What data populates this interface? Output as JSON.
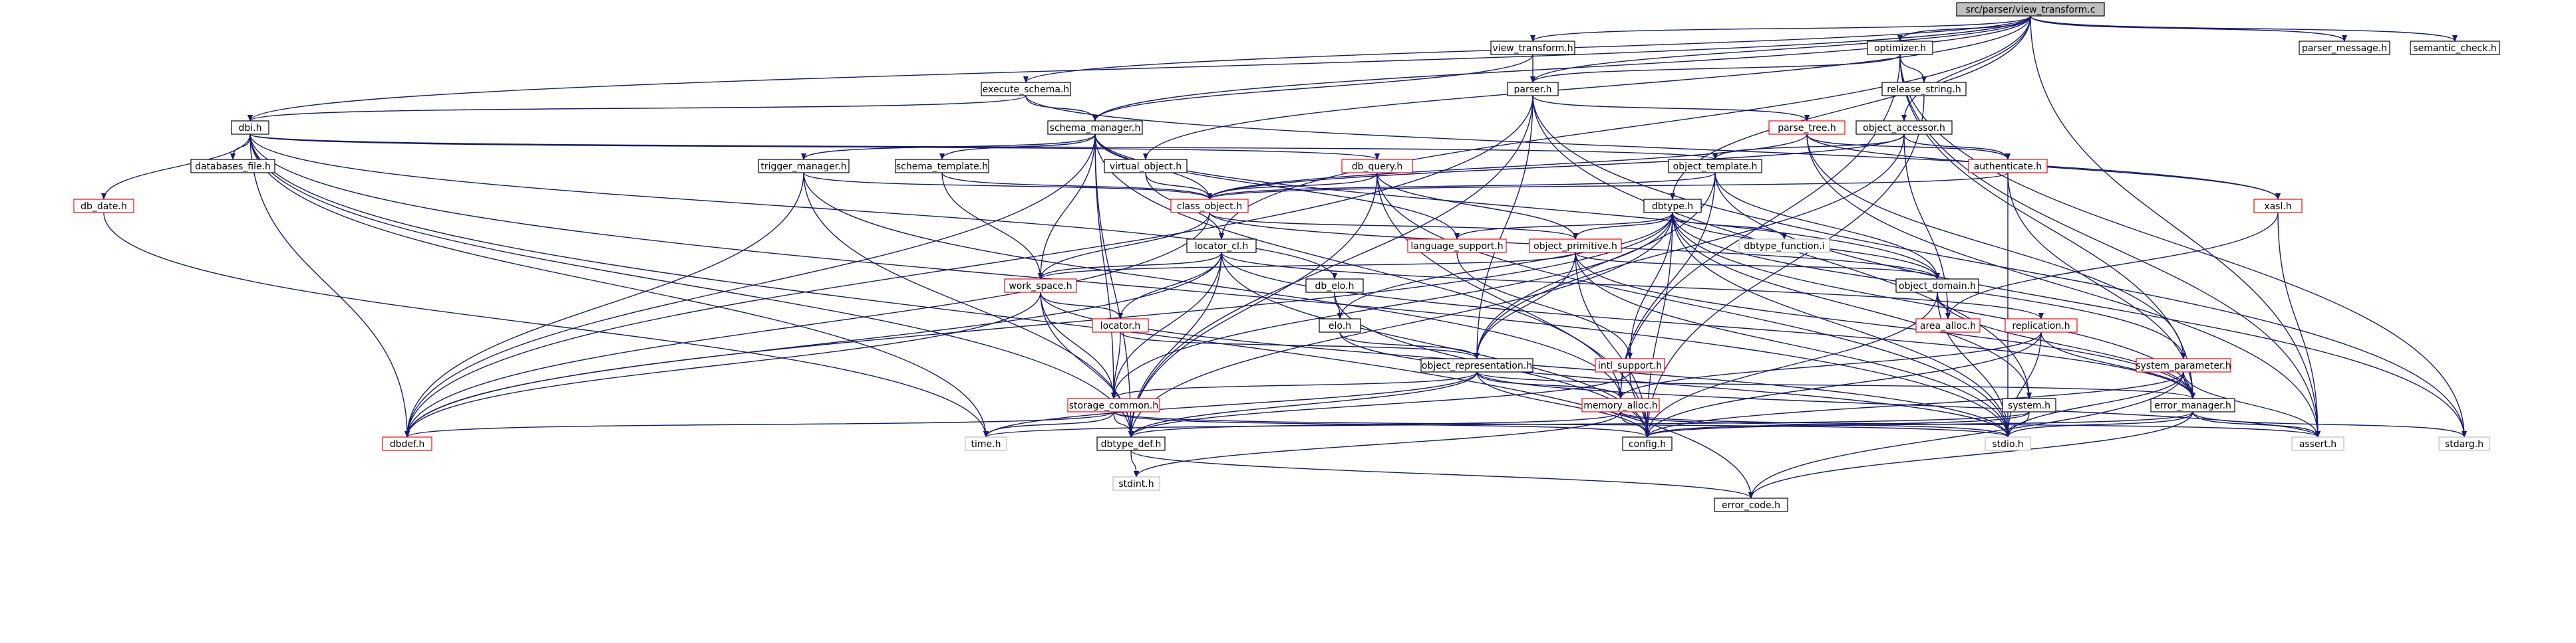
{
  "graph": {
    "nodes": {
      "root": {
        "label": "src/parser/view_transform.c",
        "fill": "#bfbfbf",
        "stroke": "#000000"
      },
      "view_transform_h": {
        "label": "view_transform.h",
        "fill": "#ffffff",
        "stroke": "#000000"
      },
      "optimizer_h": {
        "label": "optimizer.h",
        "fill": "#ffffff",
        "stroke": "#000000"
      },
      "parser_message_h": {
        "label": "parser_message.h",
        "fill": "#ffffff",
        "stroke": "#000000"
      },
      "semantic_check_h": {
        "label": "semantic_check.h",
        "fill": "#ffffff",
        "stroke": "#000000"
      },
      "execute_schema_h": {
        "label": "execute_schema.h",
        "fill": "#ffffff",
        "stroke": "#000000"
      },
      "parser_h": {
        "label": "parser.h",
        "fill": "#ffffff",
        "stroke": "#000000"
      },
      "release_string_h": {
        "label": "release_string.h",
        "fill": "#ffffff",
        "stroke": "#000000"
      },
      "dbi_h": {
        "label": "dbi.h",
        "fill": "#ffffff",
        "stroke": "#000000"
      },
      "schema_manager_h": {
        "label": "schema_manager.h",
        "fill": "#ffffff",
        "stroke": "#000000"
      },
      "object_accessor_h": {
        "label": "object_accessor.h",
        "fill": "#ffffff",
        "stroke": "#000000"
      },
      "parse_tree_h": {
        "label": "parse_tree.h",
        "fill": "#ffffff",
        "stroke": "#ff0000"
      },
      "databases_file_h": {
        "label": "databases_file.h",
        "fill": "#ffffff",
        "stroke": "#000000"
      },
      "trigger_manager_h": {
        "label": "trigger_manager.h",
        "fill": "#ffffff",
        "stroke": "#000000"
      },
      "schema_template_h": {
        "label": "schema_template.h",
        "fill": "#ffffff",
        "stroke": "#000000"
      },
      "virtual_object_h": {
        "label": "virtual_object.h",
        "fill": "#ffffff",
        "stroke": "#000000"
      },
      "db_query_h": {
        "label": "db_query.h",
        "fill": "#ffffff",
        "stroke": "#ff0000"
      },
      "object_template_h": {
        "label": "object_template.h",
        "fill": "#ffffff",
        "stroke": "#000000"
      },
      "authenticate_h": {
        "label": "authenticate.h",
        "fill": "#ffffff",
        "stroke": "#ff0000"
      },
      "db_date_h": {
        "label": "db_date.h",
        "fill": "#ffffff",
        "stroke": "#ff0000"
      },
      "class_object_h": {
        "label": "class_object.h",
        "fill": "#ffffff",
        "stroke": "#ff0000"
      },
      "dbtype_h": {
        "label": "dbtype.h",
        "fill": "#ffffff",
        "stroke": "#000000"
      },
      "xasl_h": {
        "label": "xasl.h",
        "fill": "#ffffff",
        "stroke": "#ff0000"
      },
      "locator_cl_h": {
        "label": "locator_cl.h",
        "fill": "#ffffff",
        "stroke": "#000000"
      },
      "language_support_h": {
        "label": "language_support.h",
        "fill": "#ffffff",
        "stroke": "#ff0000"
      },
      "object_primitive_h": {
        "label": "object_primitive.h",
        "fill": "#ffffff",
        "stroke": "#ff0000"
      },
      "dbtype_function_i": {
        "label": "dbtype_function.i",
        "fill": "#ffffff",
        "stroke": "#bfbfbf"
      },
      "work_space_h": {
        "label": "work_space.h",
        "fill": "#ffffff",
        "stroke": "#ff0000"
      },
      "db_elo_h": {
        "label": "db_elo.h",
        "fill": "#ffffff",
        "stroke": "#000000"
      },
      "object_domain_h": {
        "label": "object_domain.h",
        "fill": "#ffffff",
        "stroke": "#000000"
      },
      "locator_h": {
        "label": "locator.h",
        "fill": "#ffffff",
        "stroke": "#ff0000"
      },
      "elo_h": {
        "label": "elo.h",
        "fill": "#ffffff",
        "stroke": "#000000"
      },
      "area_alloc_h": {
        "label": "area_alloc.h",
        "fill": "#ffffff",
        "stroke": "#ff0000"
      },
      "replication_h": {
        "label": "replication.h",
        "fill": "#ffffff",
        "stroke": "#ff0000"
      },
      "object_representation_h": {
        "label": "object_representation.h",
        "fill": "#ffffff",
        "stroke": "#000000"
      },
      "intl_support_h": {
        "label": "intl_support.h",
        "fill": "#ffffff",
        "stroke": "#ff0000"
      },
      "system_parameter_h": {
        "label": "system_parameter.h",
        "fill": "#ffffff",
        "stroke": "#ff0000"
      },
      "storage_common_h": {
        "label": "storage_common.h",
        "fill": "#ffffff",
        "stroke": "#ff0000"
      },
      "memory_alloc_h": {
        "label": "memory_alloc.h",
        "fill": "#ffffff",
        "stroke": "#ff0000"
      },
      "system_h": {
        "label": "system.h",
        "fill": "#ffffff",
        "stroke": "#000000"
      },
      "error_manager_h": {
        "label": "error_manager.h",
        "fill": "#ffffff",
        "stroke": "#000000"
      },
      "dbdef_h": {
        "label": "dbdef.h",
        "fill": "#ffffff",
        "stroke": "#ff0000"
      },
      "time_h": {
        "label": "time.h",
        "fill": "#ffffff",
        "stroke": "#bfbfbf"
      },
      "dbtype_def_h": {
        "label": "dbtype_def.h",
        "fill": "#ffffff",
        "stroke": "#000000"
      },
      "config_h": {
        "label": "config.h",
        "fill": "#ffffff",
        "stroke": "#000000"
      },
      "stdio_h": {
        "label": "stdio.h",
        "fill": "#ffffff",
        "stroke": "#bfbfbf"
      },
      "assert_h": {
        "label": "assert.h",
        "fill": "#ffffff",
        "stroke": "#bfbfbf"
      },
      "stdarg_h": {
        "label": "stdarg.h",
        "fill": "#ffffff",
        "stroke": "#bfbfbf"
      },
      "stdint_h": {
        "label": "stdint.h",
        "fill": "#ffffff",
        "stroke": "#bfbfbf"
      },
      "error_code_h": {
        "label": "error_code.h",
        "fill": "#ffffff",
        "stroke": "#000000"
      }
    },
    "edges": [
      [
        "root",
        "view_transform_h"
      ],
      [
        "root",
        "optimizer_h"
      ],
      [
        "root",
        "parser_message_h"
      ],
      [
        "root",
        "semantic_check_h"
      ],
      [
        "root",
        "execute_schema_h"
      ],
      [
        "root",
        "parser_h"
      ],
      [
        "root",
        "dbi_h"
      ],
      [
        "root",
        "schema_manager_h"
      ],
      [
        "root",
        "object_accessor_h"
      ],
      [
        "root",
        "virtual_object_h"
      ],
      [
        "root",
        "locator_cl_h"
      ],
      [
        "root",
        "dbtype_h"
      ],
      [
        "root",
        "assert_h"
      ],
      [
        "view_transform_h",
        "parser_h"
      ],
      [
        "view_transform_h",
        "schema_manager_h"
      ],
      [
        "optimizer_h",
        "parser_h"
      ],
      [
        "optimizer_h",
        "release_string_h"
      ],
      [
        "optimizer_h",
        "error_manager_h"
      ],
      [
        "optimizer_h",
        "assert_h"
      ],
      [
        "optimizer_h",
        "stdarg_h"
      ],
      [
        "optimizer_h",
        "memory_alloc_h"
      ],
      [
        "execute_schema_h",
        "dbi_h"
      ],
      [
        "execute_schema_h",
        "schema_manager_h"
      ],
      [
        "execute_schema_h",
        "xasl_h"
      ],
      [
        "parser_h",
        "parse_tree_h"
      ],
      [
        "parser_h",
        "dbdef_h"
      ],
      [
        "parser_h",
        "dbtype_def_h"
      ],
      [
        "parser_h",
        "system_h"
      ],
      [
        "parser_h",
        "stdarg_h"
      ],
      [
        "parser_h",
        "object_representation_h"
      ],
      [
        "release_string_h",
        "config_h"
      ],
      [
        "dbi_h",
        "databases_file_h"
      ],
      [
        "dbi_h",
        "db_date_h"
      ],
      [
        "dbi_h",
        "db_query_h"
      ],
      [
        "dbi_h",
        "object_template_h"
      ],
      [
        "dbi_h",
        "dbdef_h"
      ],
      [
        "dbi_h",
        "time_h"
      ],
      [
        "dbi_h",
        "dbtype_def_h"
      ],
      [
        "dbi_h",
        "error_code_h"
      ],
      [
        "dbi_h",
        "db_elo_h"
      ],
      [
        "dbi_h",
        "stdio_h"
      ],
      [
        "schema_manager_h",
        "trigger_manager_h"
      ],
      [
        "schema_manager_h",
        "schema_template_h"
      ],
      [
        "schema_manager_h",
        "class_object_h"
      ],
      [
        "schema_manager_h",
        "work_space_h"
      ],
      [
        "schema_manager_h",
        "language_support_h"
      ],
      [
        "schema_manager_h",
        "storage_common_h"
      ],
      [
        "schema_manager_h",
        "dbtype_def_h"
      ],
      [
        "schema_manager_h",
        "object_domain_h"
      ],
      [
        "schema_manager_h",
        "dbdef_h"
      ],
      [
        "schema_manager_h",
        "memory_alloc_h"
      ],
      [
        "object_accessor_h",
        "object_template_h"
      ],
      [
        "object_accessor_h",
        "authenticate_h"
      ],
      [
        "object_accessor_h",
        "class_object_h"
      ],
      [
        "object_accessor_h",
        "area_alloc_h"
      ],
      [
        "object_accessor_h",
        "object_representation_h"
      ],
      [
        "parse_tree_h",
        "authenticate_h"
      ],
      [
        "parse_tree_h",
        "xasl_h"
      ],
      [
        "parse_tree_h",
        "system_parameter_h"
      ],
      [
        "parse_tree_h",
        "class_object_h"
      ],
      [
        "parse_tree_h",
        "assert_h"
      ],
      [
        "trigger_manager_h",
        "class_object_h"
      ],
      [
        "trigger_manager_h",
        "dbdef_h"
      ],
      [
        "trigger_manager_h",
        "dbtype_def_h"
      ],
      [
        "trigger_manager_h",
        "memory_alloc_h"
      ],
      [
        "schema_template_h",
        "class_object_h"
      ],
      [
        "schema_template_h",
        "work_space_h"
      ],
      [
        "virtual_object_h",
        "class_object_h"
      ],
      [
        "virtual_object_h",
        "locator_cl_h"
      ],
      [
        "db_query_h",
        "class_object_h"
      ],
      [
        "db_query_h",
        "object_primitive_h"
      ],
      [
        "db_query_h",
        "dbtype_def_h"
      ],
      [
        "db_query_h",
        "config_h"
      ],
      [
        "db_query_h",
        "stdio_h"
      ],
      [
        "object_template_h",
        "class_object_h"
      ],
      [
        "object_template_h",
        "object_domain_h"
      ],
      [
        "object_template_h",
        "memory_alloc_h"
      ],
      [
        "object_template_h",
        "stdarg_h"
      ],
      [
        "object_template_h",
        "object_representation_h"
      ],
      [
        "authenticate_h",
        "class_object_h"
      ],
      [
        "authenticate_h",
        "error_manager_h"
      ],
      [
        "authenticate_h",
        "stdio_h"
      ],
      [
        "db_date_h",
        "time_h"
      ],
      [
        "class_object_h",
        "object_primitive_h"
      ],
      [
        "class_object_h",
        "work_space_h"
      ],
      [
        "class_object_h",
        "object_domain_h"
      ],
      [
        "class_object_h",
        "dbdef_h"
      ],
      [
        "dbtype_h",
        "language_support_h"
      ],
      [
        "dbtype_h",
        "object_primitive_h"
      ],
      [
        "dbtype_h",
        "dbtype_function_i"
      ],
      [
        "dbtype_h",
        "object_domain_h"
      ],
      [
        "dbtype_h",
        "elo_h"
      ],
      [
        "dbtype_h",
        "intl_support_h"
      ],
      [
        "dbtype_h",
        "system_parameter_h"
      ],
      [
        "dbtype_h",
        "system_h"
      ],
      [
        "dbtype_h",
        "error_manager_h"
      ],
      [
        "dbtype_h",
        "config_h"
      ],
      [
        "dbtype_h",
        "dbtype_def_h"
      ],
      [
        "dbtype_h",
        "dbdef_h"
      ],
      [
        "dbtype_h",
        "storage_common_h"
      ],
      [
        "dbtype_h",
        "stdio_h"
      ],
      [
        "xasl_h",
        "assert_h"
      ],
      [
        "xasl_h",
        "area_alloc_h"
      ],
      [
        "locator_cl_h",
        "work_space_h"
      ],
      [
        "locator_cl_h",
        "locator_h"
      ],
      [
        "locator_cl_h",
        "storage_common_h"
      ],
      [
        "locator_cl_h",
        "replication_h"
      ],
      [
        "locator_cl_h",
        "error_manager_h"
      ],
      [
        "locator_cl_h",
        "config_h"
      ],
      [
        "locator_cl_h",
        "dbdef_h"
      ],
      [
        "locator_cl_h",
        "dbtype_def_h"
      ],
      [
        "language_support_h",
        "intl_support_h"
      ],
      [
        "object_primitive_h",
        "object_domain_h"
      ],
      [
        "object_primitive_h",
        "error_manager_h"
      ],
      [
        "object_primitive_h",
        "work_space_h"
      ],
      [
        "object_primitive_h",
        "config_h"
      ],
      [
        "object_primitive_h",
        "stdio_h"
      ],
      [
        "object_primitive_h",
        "object_representation_h"
      ],
      [
        "work_space_h",
        "locator_h"
      ],
      [
        "work_space_h",
        "storage_common_h"
      ],
      [
        "work_space_h",
        "dbdef_h"
      ],
      [
        "work_space_h",
        "dbtype_def_h"
      ],
      [
        "work_space_h",
        "stdio_h"
      ],
      [
        "db_elo_h",
        "elo_h"
      ],
      [
        "db_elo_h",
        "config_h"
      ],
      [
        "object_domain_h",
        "area_alloc_h"
      ],
      [
        "object_domain_h",
        "error_manager_h"
      ],
      [
        "object_domain_h",
        "config_h"
      ],
      [
        "object_domain_h",
        "stdio_h"
      ],
      [
        "locator_h",
        "storage_common_h"
      ],
      [
        "locator_h",
        "object_representation_h"
      ],
      [
        "elo_h",
        "object_representation_h"
      ],
      [
        "elo_h",
        "stdio_h"
      ],
      [
        "replication_h",
        "error_manager_h"
      ],
      [
        "replication_h",
        "memory_alloc_h"
      ],
      [
        "replication_h",
        "config_h"
      ],
      [
        "replication_h",
        "stdio_h"
      ],
      [
        "object_representation_h",
        "storage_common_h"
      ],
      [
        "object_representation_h",
        "memory_alloc_h"
      ],
      [
        "object_representation_h",
        "error_manager_h"
      ],
      [
        "object_representation_h",
        "dbtype_def_h"
      ],
      [
        "object_representation_h",
        "time_h"
      ],
      [
        "object_representation_h",
        "assert_h"
      ],
      [
        "object_representation_h",
        "config_h"
      ],
      [
        "intl_support_h",
        "config_h"
      ],
      [
        "intl_support_h",
        "dbtype_def_h"
      ],
      [
        "system_parameter_h",
        "error_manager_h"
      ],
      [
        "system_parameter_h",
        "config_h"
      ],
      [
        "system_parameter_h",
        "stdio_h"
      ],
      [
        "system_parameter_h",
        "assert_h"
      ],
      [
        "system_parameter_h",
        "error_code_h"
      ],
      [
        "storage_common_h",
        "dbtype_def_h"
      ],
      [
        "storage_common_h",
        "time_h"
      ],
      [
        "storage_common_h",
        "dbdef_h"
      ],
      [
        "storage_common_h",
        "config_h"
      ],
      [
        "storage_common_h",
        "stdio_h"
      ],
      [
        "memory_alloc_h",
        "dbtype_def_h"
      ],
      [
        "memory_alloc_h",
        "config_h"
      ],
      [
        "memory_alloc_h",
        "stdint_h"
      ],
      [
        "memory_alloc_h",
        "stdio_h"
      ],
      [
        "memory_alloc_h",
        "assert_h"
      ],
      [
        "system_h",
        "config_h"
      ],
      [
        "system_h",
        "stdio_h"
      ],
      [
        "system_h",
        "time_h"
      ],
      [
        "error_manager_h",
        "config_h"
      ],
      [
        "error_manager_h",
        "stdio_h"
      ],
      [
        "error_manager_h",
        "assert_h"
      ],
      [
        "error_manager_h",
        "stdarg_h"
      ],
      [
        "error_manager_h",
        "error_code_h"
      ],
      [
        "dbtype_def_h",
        "stdint_h"
      ],
      [
        "dbtype_def_h",
        "error_code_h"
      ]
    ]
  }
}
